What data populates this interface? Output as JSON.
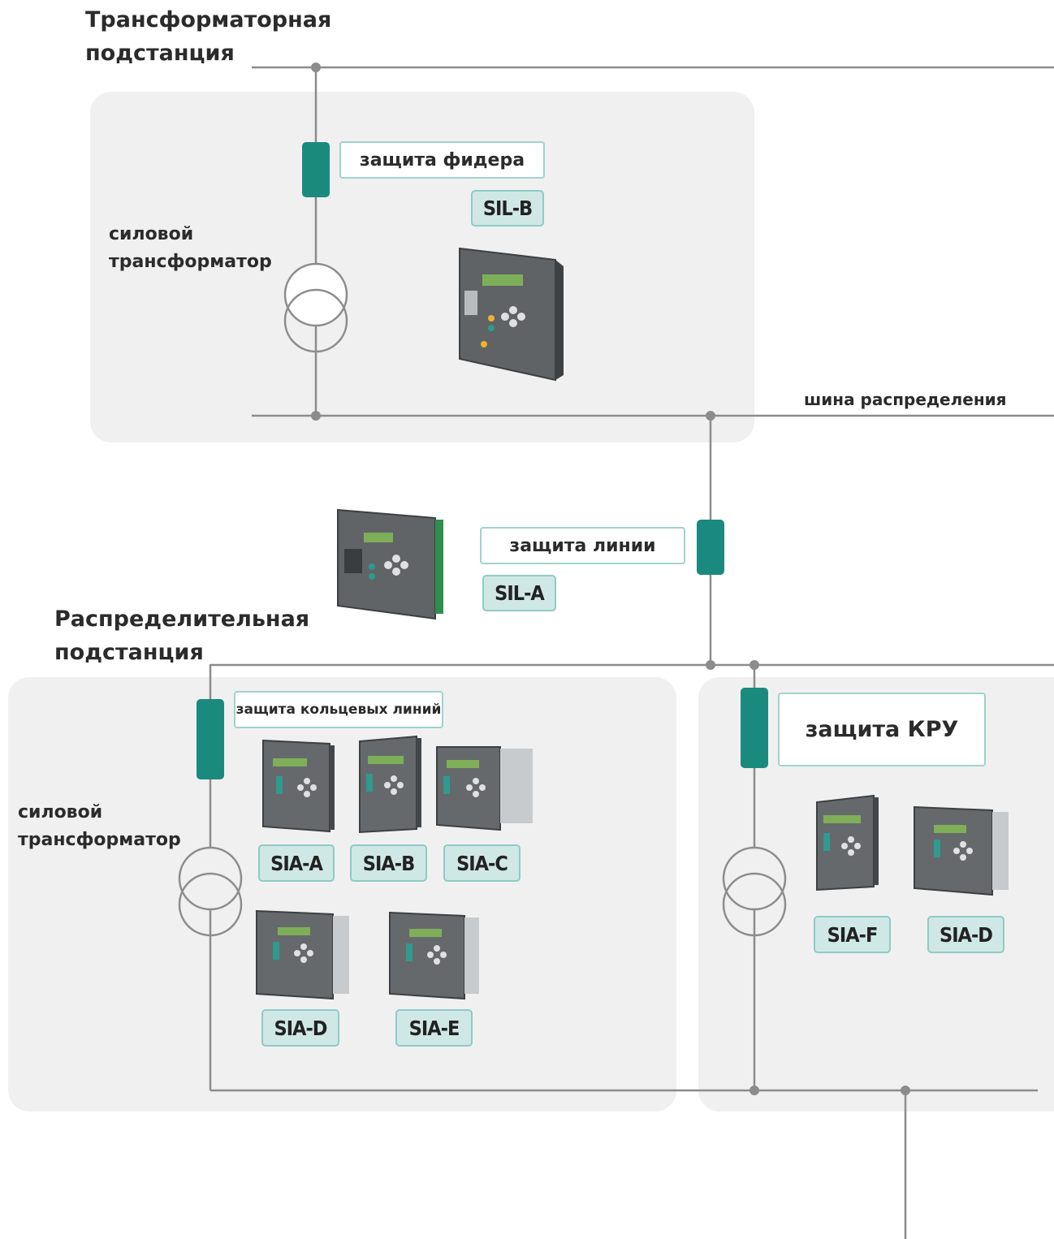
{
  "titles": {
    "transformer_substation": [
      "Трансформаторная",
      "подстанция"
    ],
    "distribution_substation": [
      "Распределительная",
      "подстанция"
    ]
  },
  "labels": {
    "power_transformer_top": [
      "силовой",
      "трансформатор"
    ],
    "power_transformer_bottom": [
      "силовой",
      "трансформатор"
    ],
    "distribution_bus": "шина распределения"
  },
  "functions": {
    "feeder_protection": "защита фидера",
    "line_protection": "защита линии",
    "ring_line_protection": "защита кольцевых линий",
    "switchgear_protection": "защита КРУ"
  },
  "devices": {
    "sil_b": "SIL-B",
    "sil_a": "SIL-A",
    "sia_a": "SIA-A",
    "sia_b": "SIA-B",
    "sia_c": "SIA-C",
    "sia_d_left": "SIA-D",
    "sia_e": "SIA-E",
    "sia_f": "SIA-F",
    "sia_d_right": "SIA-D"
  },
  "colors": {
    "line": "#8c8c8c",
    "breaker": "#1a8a7e",
    "tag_fill": "#cfe8e5",
    "panel": "#f0f0f0"
  }
}
